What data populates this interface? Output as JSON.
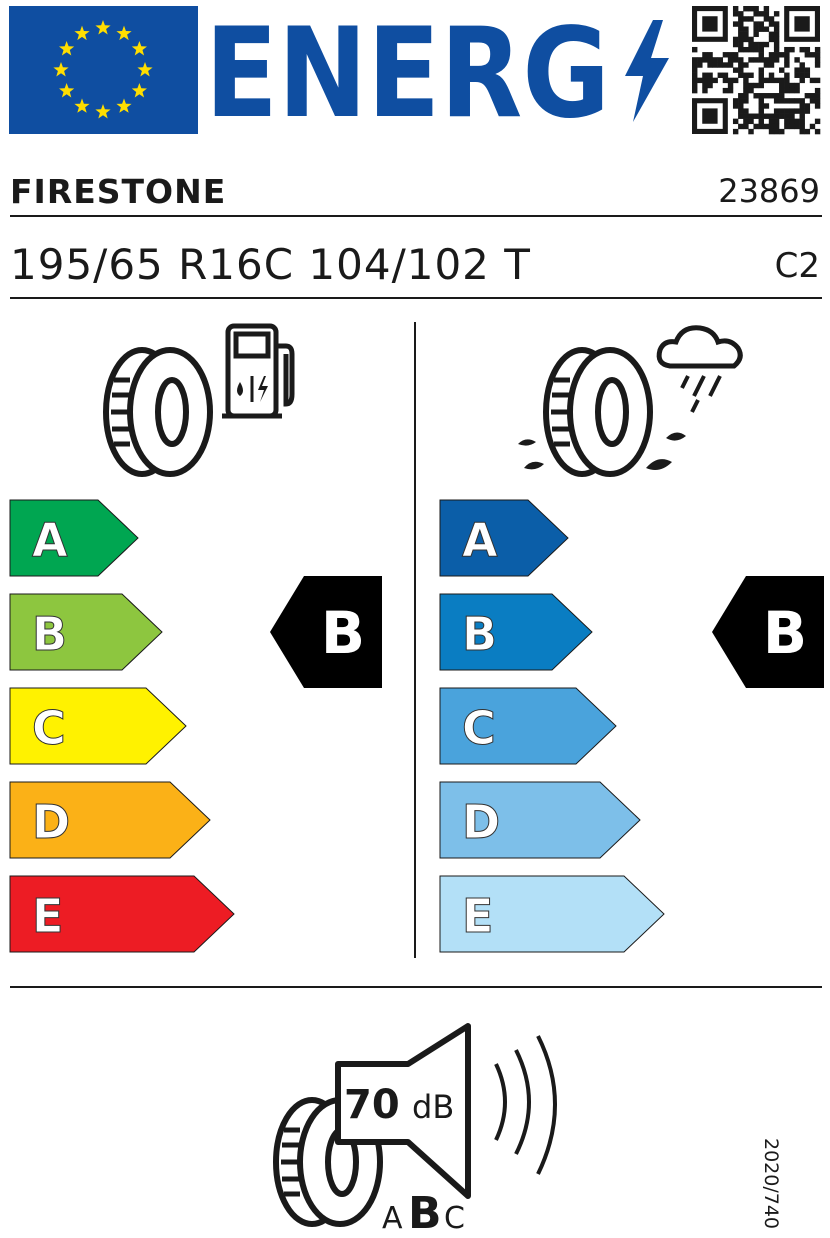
{
  "header": {
    "title": "ENERG",
    "flag_color": "#0f4ea1",
    "star_color": "#ffde00"
  },
  "product": {
    "brand": "FIRESTONE",
    "type_code": "23869",
    "size": "195/65 R16C 104/102 T",
    "tyre_class": "C2"
  },
  "fuel_efficiency": {
    "icon": "tyre-fuel-pump-icon",
    "classes": [
      {
        "letter": "A",
        "color": "#00a651"
      },
      {
        "letter": "B",
        "color": "#8dc63f"
      },
      {
        "letter": "C",
        "color": "#fff200"
      },
      {
        "letter": "D",
        "color": "#fbb117"
      },
      {
        "letter": "E",
        "color": "#ed1c24"
      }
    ],
    "rating": "B"
  },
  "wet_grip": {
    "icon": "tyre-rain-cloud-icon",
    "classes": [
      {
        "letter": "A",
        "color": "#0b5ea8"
      },
      {
        "letter": "B",
        "color": "#0a7dc2"
      },
      {
        "letter": "C",
        "color": "#4aa3dc"
      },
      {
        "letter": "D",
        "color": "#7dbfe9"
      },
      {
        "letter": "E",
        "color": "#b3e0f7"
      }
    ],
    "rating": "B"
  },
  "noise": {
    "icon": "tyre-speaker-icon",
    "value": "70",
    "unit": "dB",
    "classes": [
      "A",
      "B",
      "C"
    ],
    "rating": "B"
  },
  "regulation": "2020/740"
}
